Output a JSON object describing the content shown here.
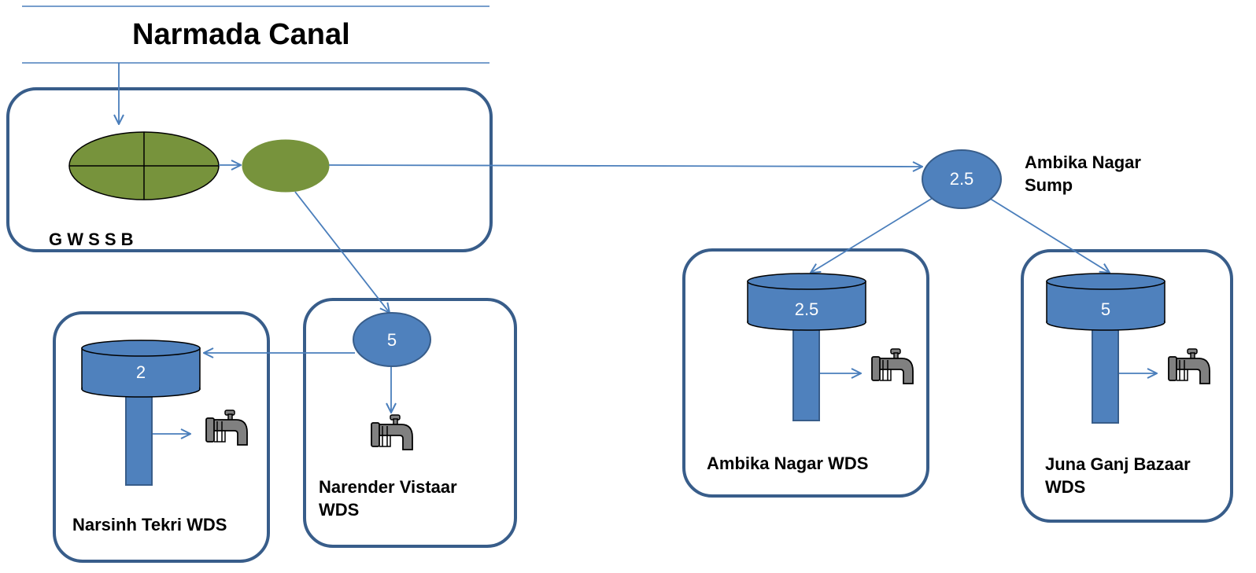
{
  "title": "Narmada Canal",
  "gwssb_label": "G W S S B",
  "sump": {
    "label": "Ambika Nagar\nSump",
    "value": "2.5"
  },
  "narender": {
    "label": "Narender Vistaar\nWDS",
    "value": "5"
  },
  "narsinh": {
    "label": "Narsinh Tekri WDS",
    "value": "2"
  },
  "ambika_wds": {
    "label": "Ambika Nagar WDS",
    "value": "2.5"
  },
  "juna": {
    "label": "Juna Ganj Bazaar\nWDS",
    "value": "5"
  },
  "colors": {
    "line": "#4a7ebb",
    "box_border": "#385d8a",
    "olive": "#77933c",
    "blue_fill": "#4f81bd",
    "tap": "#808080"
  }
}
